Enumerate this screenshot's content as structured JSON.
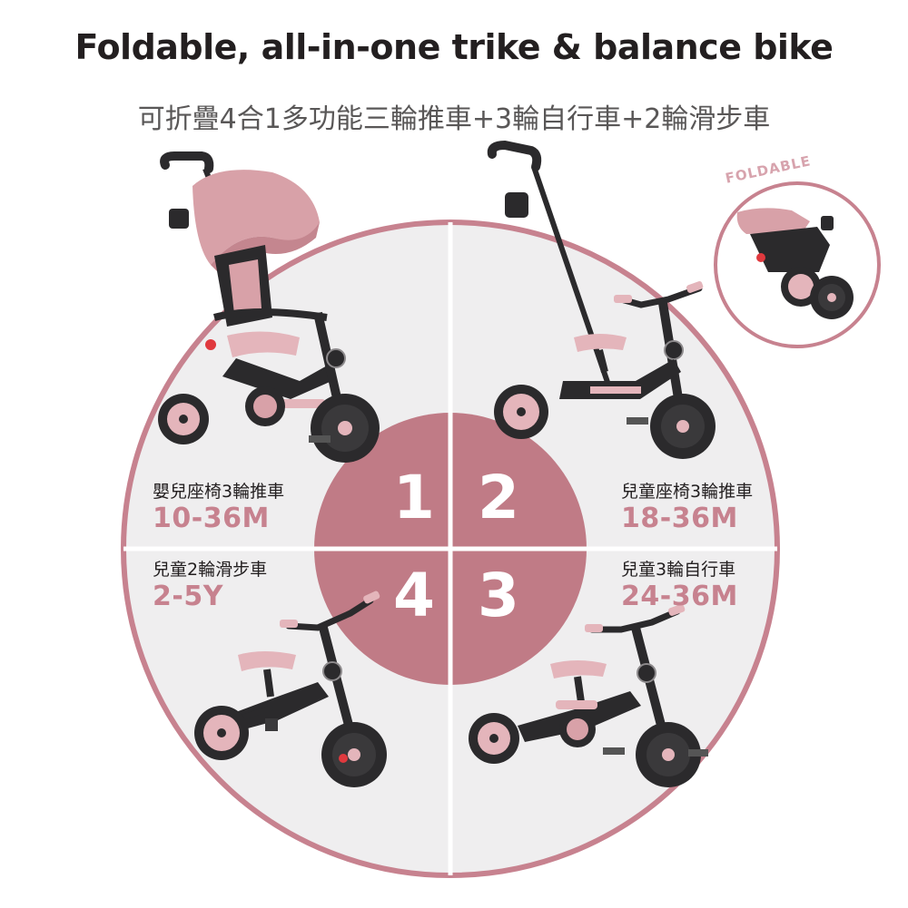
{
  "header": {
    "title": "Foldable, all-in-one trike & balance bike",
    "subtitle": "可折疊4合1多功能三輪推車+3輪自行車+2輪滑步車"
  },
  "foldable_label": "FOLDABLE",
  "modes": [
    {
      "number": "1",
      "name": "嬰兒座椅3輪推車",
      "age": "10-36M"
    },
    {
      "number": "2",
      "name": "兒童座椅3輪推車",
      "age": "18-36M"
    },
    {
      "number": "3",
      "name": "兒童3輪自行車",
      "age": "24-36M"
    },
    {
      "number": "4",
      "name": "兒童2輪滑步車",
      "age": "2-5Y"
    }
  ],
  "colors": {
    "brand_pink": "#c7828f",
    "circle_fill": "#efeeef",
    "center_fill": "#c07b86",
    "frame_black": "#2b2a2c",
    "title_text": "#231f20",
    "subtitle_text": "#595757",
    "age_text": "#c7828f"
  }
}
